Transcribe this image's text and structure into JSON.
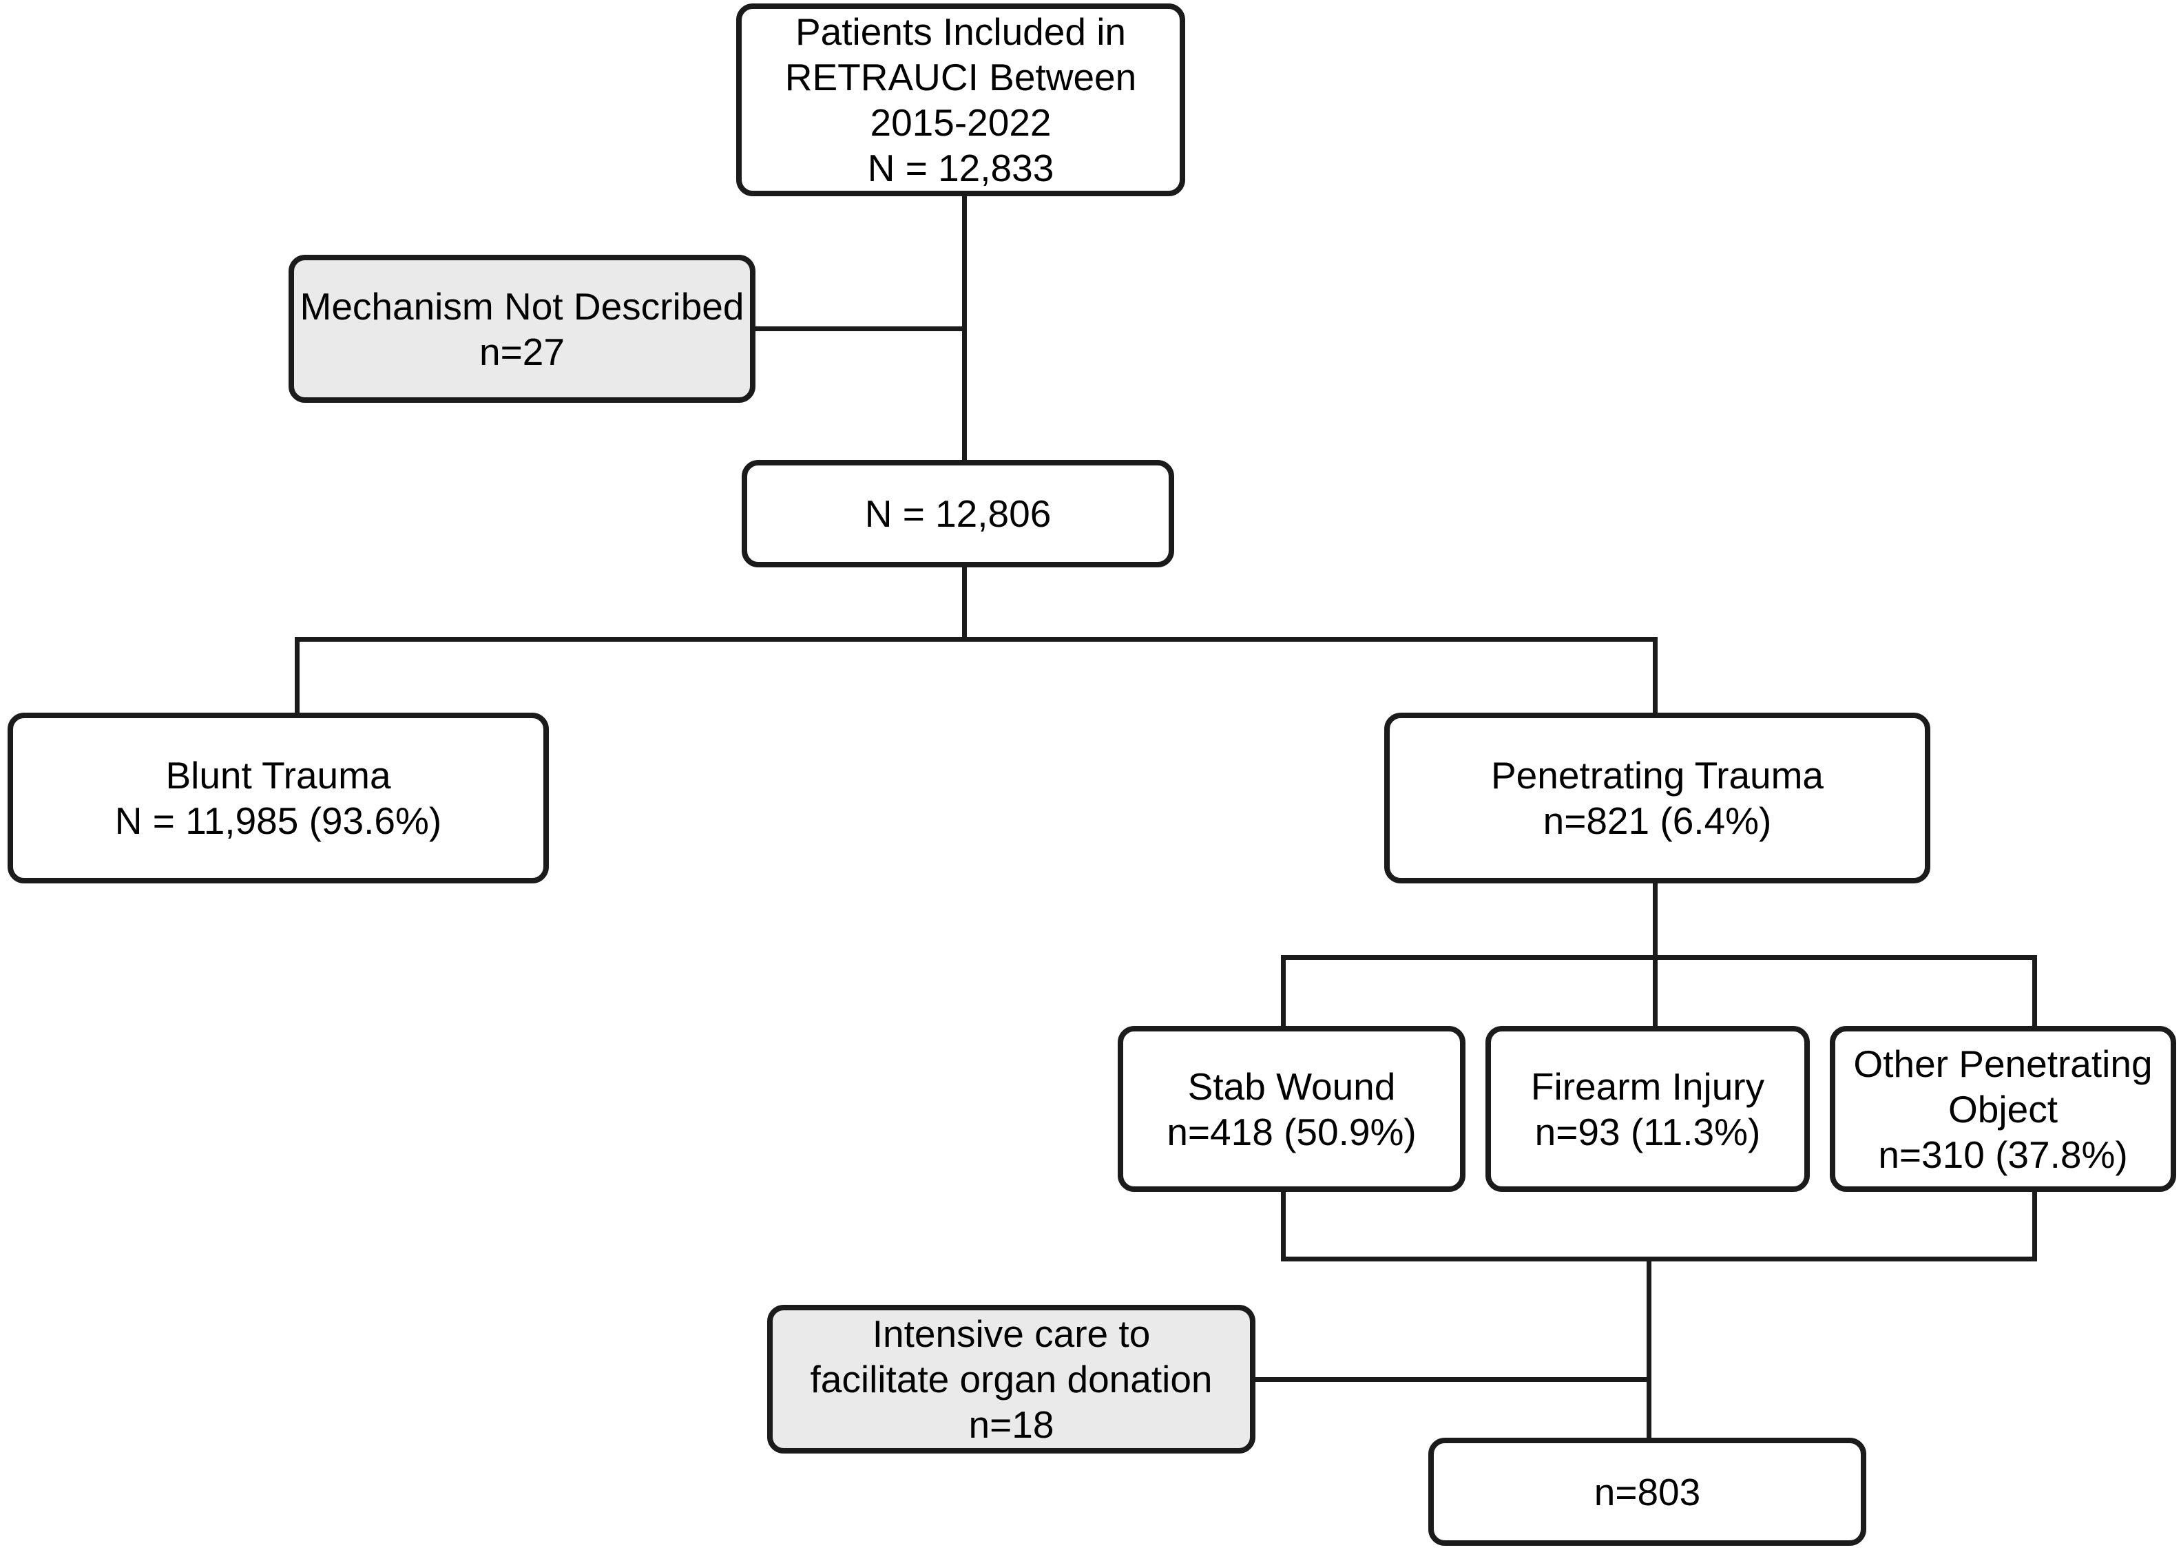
{
  "colors": {
    "line": "#1b1b1b",
    "box_border": "#1b1b1b",
    "white_fill": "#ffffff",
    "gray_fill": "#eaeaea",
    "text": "#000000",
    "background": "#ffffff"
  },
  "nodes": {
    "included": {
      "style": "white",
      "lines": [
        "Patients Included in",
        "RETRAUCI Between",
        "2015-2022",
        "N = 12,833"
      ]
    },
    "mechanism_not_described": {
      "style": "gray",
      "lines": [
        "Mechanism Not Described",
        "n=27"
      ]
    },
    "after_exclusion": {
      "style": "white",
      "lines": [
        "N = 12,806"
      ]
    },
    "blunt": {
      "style": "white",
      "lines": [
        "Blunt Trauma",
        "N = 11,985 (93.6%)"
      ]
    },
    "penetrating": {
      "style": "white",
      "lines": [
        "Penetrating Trauma",
        "n=821 (6.4%)"
      ]
    },
    "stab": {
      "style": "white",
      "lines": [
        "Stab Wound",
        "n=418 (50.9%)"
      ]
    },
    "firearm": {
      "style": "white",
      "lines": [
        "Firearm Injury",
        "n=93 (11.3%)"
      ]
    },
    "other_penetrating": {
      "style": "white",
      "lines": [
        "Other Penetrating",
        "Object",
        "n=310 (37.8%)"
      ]
    },
    "organ_donation": {
      "style": "gray",
      "lines": [
        "Intensive care to",
        "facilitate organ donation",
        "n=18"
      ]
    },
    "final": {
      "style": "white",
      "lines": [
        "n=803"
      ]
    }
  },
  "edges": [
    {
      "from": "included",
      "to": "after_exclusion"
    },
    {
      "from": "included",
      "to": "mechanism_not_described",
      "kind": "side-exclusion"
    },
    {
      "from": "after_exclusion",
      "to": "blunt"
    },
    {
      "from": "after_exclusion",
      "to": "penetrating"
    },
    {
      "from": "penetrating",
      "to": "stab"
    },
    {
      "from": "penetrating",
      "to": "firearm"
    },
    {
      "from": "penetrating",
      "to": "other_penetrating"
    },
    {
      "from": "stab",
      "to": "final"
    },
    {
      "from": "other_penetrating",
      "to": "final"
    },
    {
      "from": "organ_donation",
      "to": "final",
      "kind": "side-exclusion"
    }
  ]
}
